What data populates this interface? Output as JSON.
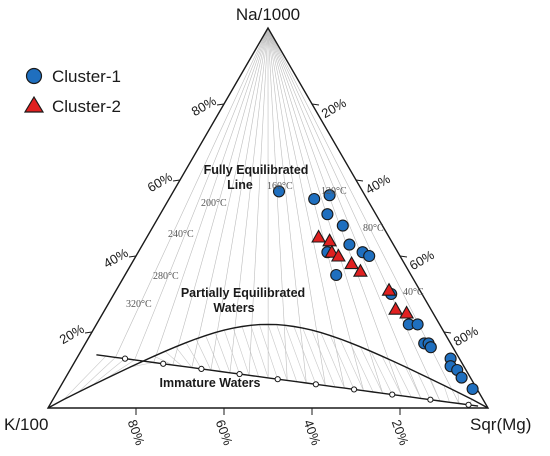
{
  "chart_data": {
    "type": "ternary-scatter",
    "vertices": {
      "top": "Na/1000",
      "left": "K/100",
      "right": "Sqr(Mg)"
    },
    "edge_ticks": {
      "left_edge": [
        "20%",
        "40%",
        "60%",
        "80%"
      ],
      "right_edge": [
        "20%",
        "40%",
        "60%",
        "80%"
      ],
      "bottom_edge": [
        "20%",
        "40%",
        "60%",
        "80%"
      ]
    },
    "legend": [
      {
        "name": "Cluster-1",
        "marker": "circle",
        "color": "#1f6fbf"
      },
      {
        "name": "Cluster-2",
        "marker": "triangle",
        "color": "#e02020"
      }
    ],
    "region_labels": {
      "full_line": [
        "Fully Equilibrated",
        "Line"
      ],
      "partial": [
        "Partially Equilibrated",
        "Waters"
      ],
      "immature": "Immature Waters"
    },
    "temperature_labels": [
      "320°C",
      "280°C",
      "240°C",
      "200°C",
      "160°C",
      "120°C",
      "80°C",
      "40°C"
    ],
    "series": [
      {
        "name": "Cluster-1",
        "points": [
          {
            "na": 0.56,
            "k": 0.08,
            "mg": 0.36
          },
          {
            "na": 0.55,
            "k": 0.12,
            "mg": 0.33
          },
          {
            "na": 0.57,
            "k": 0.19,
            "mg": 0.24
          },
          {
            "na": 0.51,
            "k": 0.11,
            "mg": 0.38
          },
          {
            "na": 0.48,
            "k": 0.09,
            "mg": 0.43
          },
          {
            "na": 0.43,
            "k": 0.1,
            "mg": 0.47
          },
          {
            "na": 0.41,
            "k": 0.16,
            "mg": 0.43
          },
          {
            "na": 0.41,
            "k": 0.08,
            "mg": 0.51
          },
          {
            "na": 0.4,
            "k": 0.07,
            "mg": 0.53
          },
          {
            "na": 0.35,
            "k": 0.17,
            "mg": 0.48
          },
          {
            "na": 0.3,
            "k": 0.07,
            "mg": 0.63
          },
          {
            "na": 0.22,
            "k": 0.07,
            "mg": 0.71
          },
          {
            "na": 0.22,
            "k": 0.05,
            "mg": 0.73
          },
          {
            "na": 0.17,
            "k": 0.06,
            "mg": 0.77
          },
          {
            "na": 0.17,
            "k": 0.05,
            "mg": 0.78
          },
          {
            "na": 0.16,
            "k": 0.05,
            "mg": 0.79
          },
          {
            "na": 0.13,
            "k": 0.02,
            "mg": 0.85
          },
          {
            "na": 0.11,
            "k": 0.03,
            "mg": 0.86
          },
          {
            "na": 0.1,
            "k": 0.02,
            "mg": 0.88
          },
          {
            "na": 0.08,
            "k": 0.02,
            "mg": 0.9
          },
          {
            "na": 0.05,
            "k": 0.01,
            "mg": 0.94
          }
        ]
      },
      {
        "name": "Cluster-2",
        "points": [
          {
            "na": 0.45,
            "k": 0.16,
            "mg": 0.39
          },
          {
            "na": 0.44,
            "k": 0.14,
            "mg": 0.42
          },
          {
            "na": 0.41,
            "k": 0.15,
            "mg": 0.44
          },
          {
            "na": 0.4,
            "k": 0.14,
            "mg": 0.46
          },
          {
            "na": 0.38,
            "k": 0.12,
            "mg": 0.5
          },
          {
            "na": 0.36,
            "k": 0.11,
            "mg": 0.53
          },
          {
            "na": 0.31,
            "k": 0.07,
            "mg": 0.62
          },
          {
            "na": 0.26,
            "k": 0.08,
            "mg": 0.66
          },
          {
            "na": 0.25,
            "k": 0.06,
            "mg": 0.69
          }
        ]
      }
    ]
  }
}
